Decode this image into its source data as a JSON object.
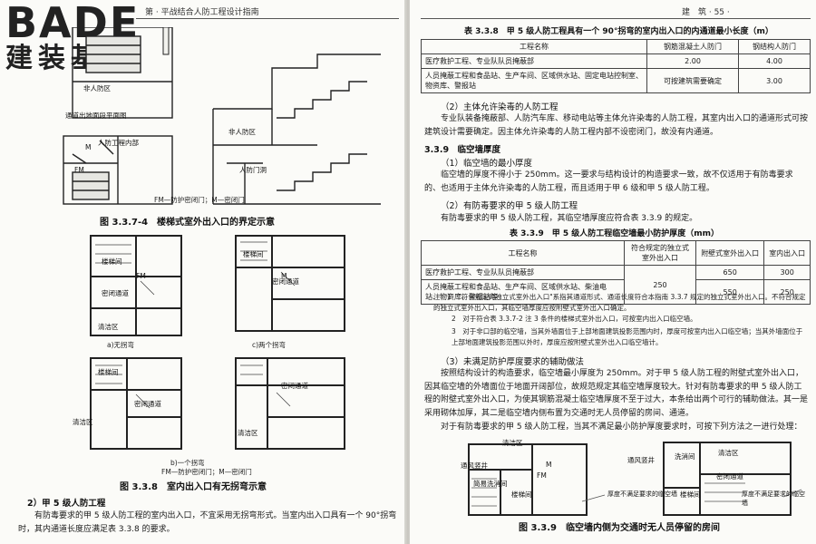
{
  "left_page": {
    "header": "第 · 平战结合人防工程设计指南",
    "brand": {
      "line1": "BADE",
      "line2": "建装基地"
    },
    "fig_337_4": {
      "caption": "图 3.3.7-4　楼梯式室外出入口的界定示意",
      "legend": "FM—防护密闭门；M—密闭门",
      "sublabel": "通道出地面段平面图",
      "labels": {
        "zone_a": "非人防区",
        "zone_b": "人防工程内部",
        "zone_c": "非人防区",
        "zone_d": "人防门洞",
        "fm": "FM",
        "m": "M"
      }
    },
    "fig_338": {
      "caption": "图 3.3.8　室内出入口有无拐弯示意",
      "legend": "FM—防护密闭门；M—密闭门",
      "sub_a": "a)无拐弯",
      "sub_b": "b)一个拐弯",
      "sub_c": "c)两个拐弯",
      "labels": {
        "stair": "楼梯间",
        "passage": "密闭通道",
        "clean": "清洁区",
        "fm": "FM",
        "m": "M"
      }
    },
    "section": "2）甲 5 级人防工程",
    "paragraph": "有防毒要求的甲 5 级人防工程的室内出入口，不宜采用无拐弯形式。当室内出入口具有一个 90°拐弯时，其内通道长度应满足表 3.3.8 的要求。"
  },
  "right_page": {
    "header": "建　筑 · 55 ·",
    "table_338": {
      "caption": "表 3.3.8　甲 5 级人防工程具有一个 90°拐弯的室内出入口的内通道最小长度（m）",
      "headers": [
        "工程名称",
        "钢筋混凝土人防门",
        "钢结构人防门"
      ],
      "rows": [
        [
          "医疗救护工程、专业队队员掩蔽部",
          "2.00",
          "4.00"
        ],
        [
          "人员掩蔽工程和食品站、生产车间、区域供水站、固定电站控制室、物资库、警报站",
          "可按建筑需要确定",
          "3.00"
        ]
      ]
    },
    "item2_title": "（2）主体允许染毒的人防工程",
    "item2_text": "专业队装备掩蔽部、人防汽车库、移动电站等主体允许染毒的人防工程，其室内出入口的通道形式可按建筑设计需要确定。因主体允许染毒的人防工程内部不设密闭门，故没有内通道。",
    "sec_339": "3.3.9　临空墙厚度",
    "item1_title": "（1）临空墙的最小厚度",
    "item1_text": "临空墙的厚度不得小于 250mm。这一要求与结构设计的构造要求一致，故不仅适用于有防毒要求的、也适用于主体允许染毒的人防工程，而且适用于甲 6 级和甲 5 级人防工程。",
    "item2b_title": "（2）有防毒要求的甲 5 级人防工程",
    "item2b_text": "有防毒要求的甲 5 级人防工程，其临空墙厚度应符合表 3.3.9 的规定。",
    "table_339": {
      "caption": "表 3.3.9　甲 5 级人防工程临空墙最小防护厚度（mm）",
      "headers": [
        "工程名称",
        "符合规定的独立式室外出入口",
        "附壁式室外出入口",
        "室内出入口"
      ],
      "rows": [
        [
          "医疗救护工程、专业队队员掩蔽部",
          "250",
          "650",
          "300"
        ],
        [
          "人员掩蔽工程和食品站、生产车间、区域供水站、柴油电站、物资库、警报站等",
          "",
          "550",
          "250"
        ]
      ]
    },
    "notes": [
      "注：1　\"符合规定的独立式室外出入口\"系指其通道形式、通道长度符合本指南 3.3.7 规定的独立式室外出入口。不符合规定的独立式室外出入口，其临空墙厚度应按附壁式室外出入口确定。",
      "2　对于符合表 3.3.7-2 注 3 条件的楼梯式室外出入口，可按室内出入口临空墙。",
      "3　对于非口部的临空墙，当其外墙面位于上部地面建筑投影范围内时，厚度可按室内出入口临空墙；当其外墙面位于上部地面建筑投影范围以外时，厚度应按附壁式室外出入口临空墙计。"
    ],
    "item3_title": "（3）未满足防护厚度要求的辅助做法",
    "item3_text": "按照结构设计的构造要求，临空墙最小厚度为 250mm。对于甲 5 级人防工程的附壁式室外出入口，因其临空墙的外墙面位于地面开阔部位，故规范规定其临空墙厚度较大。针对有防毒要求的甲 5 级人防工程的附壁式室外出入口，为使其钢筋混凝土临空墙厚度不至于过大，本条给出两个可行的辅助做法。其一是采用砌体加厚，其二是临空墙内侧布置为交通时无人员停留的房间、通道。",
    "item3_text2": "对于有防毒要求的甲 5 级人防工程，当其不满足最小防护厚度要求时，可按下列方法之一进行处理：",
    "fig_339": {
      "caption": "图 3.3.9　临空墙内侧为交通时无人员停留的房间",
      "labels": {
        "vent": "通风竖井",
        "room": "简易洗消间",
        "stair": "楼梯间",
        "clean": "清洁区",
        "passage": "密闭通道",
        "wash": "洗消间",
        "thick": "厚度不满足要求的临空墙",
        "fm": "FM",
        "m": "M"
      }
    }
  }
}
